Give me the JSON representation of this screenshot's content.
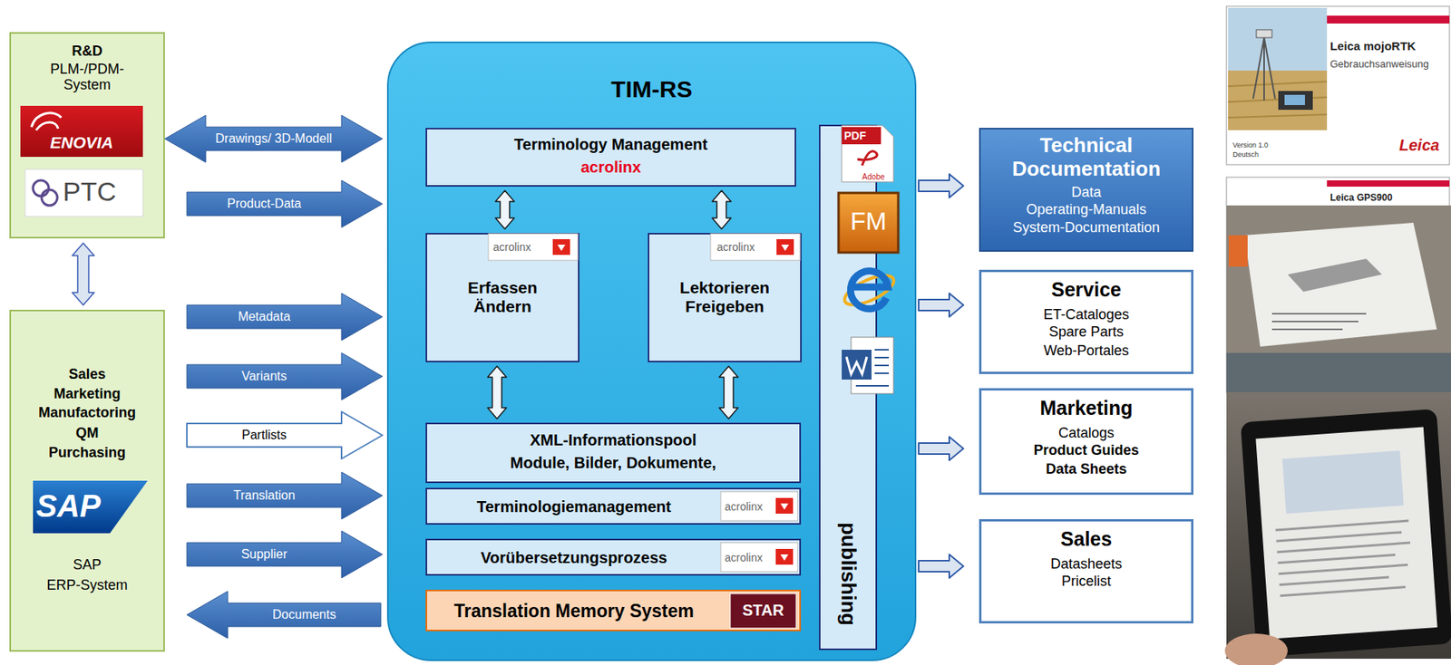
{
  "diagram": {
    "nodes": [
      {
        "text": [
          "R&D",
          "PLM-/PDM-System"
        ]
      },
      {
        "text": [
          "Sales",
          "Marketing",
          "Manufactoring",
          "QM",
          "Purchasing",
          "SAP",
          "ERP-System"
        ]
      },
      {
        "text": [
          "TIM-RS"
        ]
      },
      {
        "text": [
          "Terminology Management",
          "acrolinx"
        ],
        "in": 2
      },
      {
        "text": [
          "Erfassen Ändern"
        ],
        "in": 2
      },
      {
        "text": [
          "Lektorieren Freigeben"
        ],
        "in": 2
      },
      {
        "text": [
          "XML-Informationspool",
          "Module, Bilder, Dokumente,"
        ],
        "in": 2
      },
      {
        "text": [
          "Terminologiemanagement"
        ],
        "in": 2
      },
      {
        "text": [
          "Vorübersetzungsprozess"
        ],
        "in": 2
      },
      {
        "text": [
          "Translation Memory System"
        ],
        "in": 2
      },
      {
        "text": [
          "publishing"
        ],
        "in": 2
      },
      {
        "text": [
          "Technical Documentation",
          "Data",
          "Operating-Manuals",
          "System-Documentation"
        ]
      },
      {
        "text": [
          "Service",
          "ET-Cataloges",
          "Spare Parts",
          "Web-Portales"
        ]
      },
      {
        "text": [
          "Marketing",
          "Catalogs",
          "Product Guides",
          "Data Sheets"
        ]
      },
      {
        "text": [
          "Sales",
          "Datasheets",
          "Pricelist"
        ]
      }
    ],
    "edges": [
      {
        "from": 0,
        "to": 2,
        "arrow": "both",
        "label": "Drawings/ 3D-Modell"
      },
      {
        "from": 0,
        "to": 2,
        "arrow": "to",
        "label": "Product-Data"
      },
      {
        "from": 0,
        "to": 1,
        "arrow": "both"
      },
      {
        "from": 1,
        "to": 2,
        "arrow": "to",
        "label": "Metadata"
      },
      {
        "from": 1,
        "to": 2,
        "arrow": "to",
        "label": "Variants"
      },
      {
        "from": 1,
        "to": 2,
        "arrow": "to",
        "label": "Partlists"
      },
      {
        "from": 1,
        "to": 2,
        "arrow": "to",
        "label": "Translation"
      },
      {
        "from": 1,
        "to": 2,
        "arrow": "to",
        "label": "Supplier"
      },
      {
        "from": 2,
        "to": 1,
        "arrow": "to",
        "label": "Documents"
      },
      {
        "from": 3,
        "to": 4,
        "arrow": "both"
      },
      {
        "from": 3,
        "to": 5,
        "arrow": "both"
      },
      {
        "from": 4,
        "to": 6,
        "arrow": "both"
      },
      {
        "from": 5,
        "to": 6,
        "arrow": "both"
      },
      {
        "from": 10,
        "to": 11,
        "arrow": "to"
      },
      {
        "from": 10,
        "to": 12,
        "arrow": "to"
      },
      {
        "from": 10,
        "to": 13,
        "arrow": "to"
      },
      {
        "from": 10,
        "to": 14,
        "arrow": "to"
      }
    ],
    "labels": [
      "ENOVIA",
      "PTC",
      "SAP",
      "acrolinx",
      "acrolinx",
      "acrolinx",
      "acrolinx",
      "STAR",
      "PDF",
      "Adobe",
      "FM",
      "Leica mojoRTK",
      "Gebrauchsanweisung",
      "Version 1.0",
      "Deutsch",
      "Leica",
      "Leica GPS900"
    ]
  }
}
